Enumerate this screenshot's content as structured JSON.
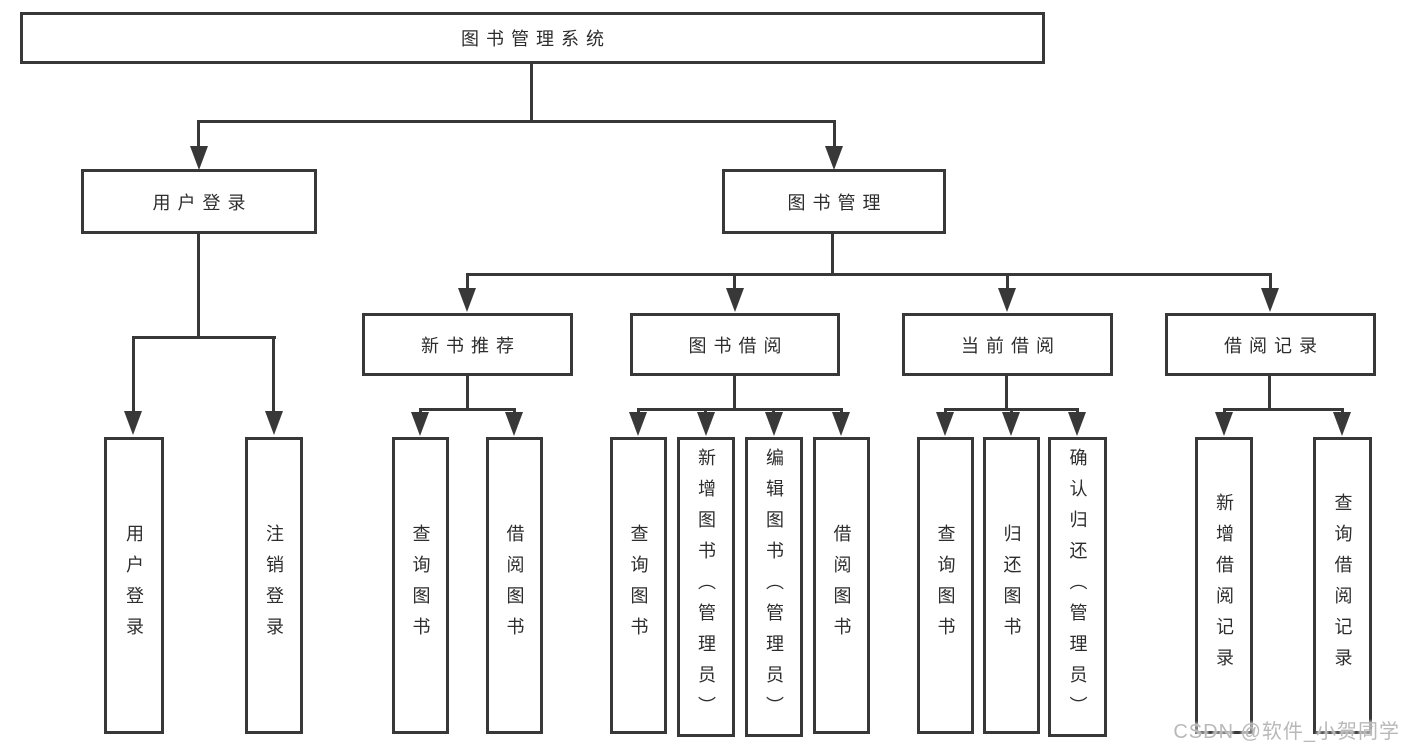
{
  "diagram": {
    "type": "tree",
    "watermark": "CSDN @软件_小贺同学",
    "colors": {
      "line": "#383838",
      "box_border": "#383838",
      "box_background": "#ffffff",
      "text": "#2d2d2d",
      "watermark": "#b9b9b9"
    },
    "nodes": {
      "root": {
        "label": "图书管理系统"
      },
      "user_login_group": {
        "label": "用户登录"
      },
      "book_mgmt": {
        "label": "图书管理"
      },
      "login": {
        "label": "用户登录"
      },
      "logout": {
        "label": "注销登录"
      },
      "new_book_rec": {
        "label": "新书推荐"
      },
      "book_borrow": {
        "label": "图书借阅"
      },
      "current_borrow": {
        "label": "当前借阅"
      },
      "borrow_records": {
        "label": "借阅记录"
      },
      "rec_query_books": {
        "label": "查询图书"
      },
      "rec_borrow_books": {
        "label": "借阅图书"
      },
      "bb_query_books": {
        "label": "查询图书"
      },
      "bb_add_books": {
        "label": "新增图书（管理员）"
      },
      "bb_edit_books": {
        "label": "编辑图书（管理员）"
      },
      "bb_borrow_books": {
        "label": "借阅图书"
      },
      "cb_query_books": {
        "label": "查询图书"
      },
      "cb_return_books": {
        "label": "归还图书"
      },
      "cb_confirm_return": {
        "label": "确认归还（管理员）"
      },
      "br_add_record": {
        "label": "新增借阅记录"
      },
      "br_query_record": {
        "label": "查询借阅记录"
      }
    },
    "hierarchy": {
      "root": [
        "user_login_group",
        "book_mgmt"
      ],
      "user_login_group": [
        "login",
        "logout"
      ],
      "book_mgmt": [
        "new_book_rec",
        "book_borrow",
        "current_borrow",
        "borrow_records"
      ],
      "new_book_rec": [
        "rec_query_books",
        "rec_borrow_books"
      ],
      "book_borrow": [
        "bb_query_books",
        "bb_add_books",
        "bb_edit_books",
        "bb_borrow_books"
      ],
      "current_borrow": [
        "cb_query_books",
        "cb_return_books",
        "cb_confirm_return"
      ],
      "borrow_records": [
        "br_add_record",
        "br_query_record"
      ]
    }
  }
}
